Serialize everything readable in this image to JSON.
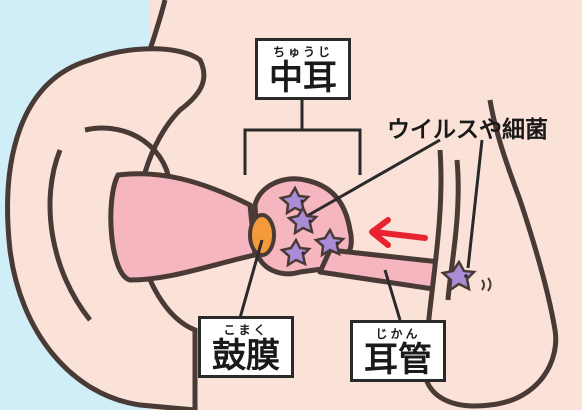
{
  "labels": {
    "middle_ear": {
      "ruby": "ちゅうじ",
      "text": "中耳"
    },
    "germs": "ウイルスや細菌",
    "eardrum": {
      "ruby": "こまく",
      "text": "鼓膜"
    },
    "eustachian_tube": {
      "ruby": "じかん",
      "text": "耳管"
    }
  },
  "colors": {
    "sky": "#cfeef8",
    "skin": "#fbe2d8",
    "skin_shadow": "#f2c9b9",
    "canal": "#f6b6c0",
    "outline": "#4a3a36",
    "eardrum": "#f39a3c",
    "germ": "#a98bd6",
    "arrow": "#e8232f"
  },
  "icons": {
    "germ": "star-virus-icon",
    "arrow": "left-arrow-icon"
  }
}
